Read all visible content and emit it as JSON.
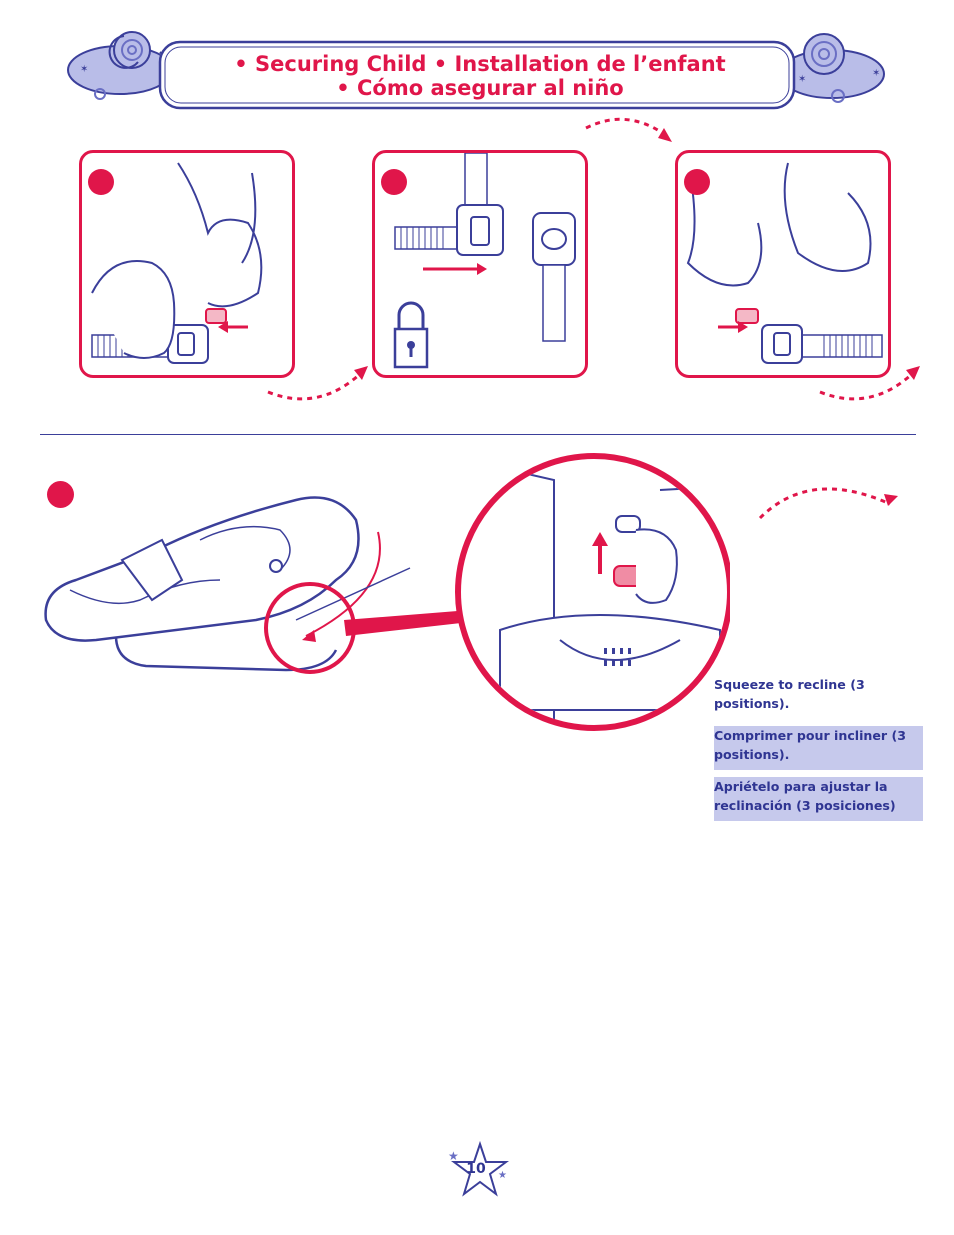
{
  "header": {
    "title_line1": "• Securing Child • Installation de l’enfant",
    "title_line2": "• Cómo asegurar al niño"
  },
  "captions": {
    "english": "Squeeze to recline (3 positions).",
    "french": "Comprimer pour incliner (3 positions).",
    "spanish": "Apriételo para ajustar la reclinación (3 posiciones)"
  },
  "footer": {
    "page_number": "10"
  },
  "colors": {
    "accent": "#e0164a",
    "line": "#3b3f9a",
    "caption_bg": "#c6c9ec",
    "text_blue": "#2f3592"
  },
  "icons": [
    "lock-icon",
    "star-icon",
    "moon-icon",
    "swirl-icon"
  ]
}
